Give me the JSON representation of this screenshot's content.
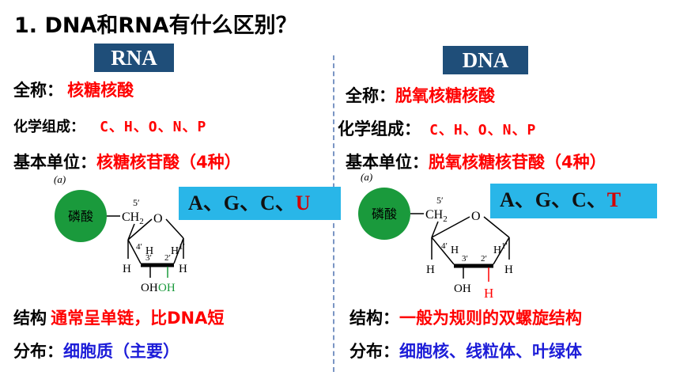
{
  "title": "1. DNA和RNA有什么区别？",
  "rna": {
    "tag": "RNA",
    "fullname_label": "全称：",
    "fullname_value": "核糖核酸",
    "composition_label": "化学组成：",
    "composition_value": "C、H、O、N、P",
    "unit_label": "基本单位：",
    "unit_value": "核糖核苷酸（4种）",
    "diagram_marker": "(a)",
    "phosphate_label": "磷酸",
    "bases_prefix": "A、G、C、",
    "bases_last": "U",
    "structure_label": "结构",
    "structure_value": "通常呈单链，比DNA短",
    "distribution_label": "分布：",
    "distribution_value": "细胞质（主要）",
    "ring": {
      "c5": "5′",
      "ch2": "CH",
      "sub2": "2",
      "o": "O",
      "c4": "4′",
      "h4": "H",
      "c1": "1′",
      "h1": "H",
      "c3": "3′",
      "c2": "2′",
      "h_left": "H",
      "h_right": "H",
      "oh3": "OH",
      "oh2": "OH"
    }
  },
  "dna": {
    "tag": "DNA",
    "fullname_label": "全称：",
    "fullname_value": "脱氧核糖核酸",
    "composition_label": "化学组成：",
    "composition_value": "C、H、O、N、P",
    "unit_label": "基本单位：",
    "unit_value": "脱氧核糖核苷酸（4种）",
    "diagram_marker": "(a)",
    "phosphate_label": "磷酸",
    "bases_prefix": "A、G、C、",
    "bases_last": "T",
    "structure_label": "结构：",
    "structure_value": "一般为规则的双螺旋结构",
    "distribution_label": "分布：",
    "distribution_value": "细胞核、线粒体、叶绿体",
    "ring": {
      "c5": "5′",
      "ch2": "CH",
      "sub2": "2",
      "o": "O",
      "c4": "4′",
      "h4": "H",
      "c1": "1′",
      "h1": "H",
      "c3": "3′",
      "c2": "2′",
      "h_left": "H",
      "h_right": "H",
      "oh3": "OH",
      "h2": "H"
    }
  },
  "colors": {
    "tag_bg": "#1f4e79",
    "base_box": "#29b6e8",
    "phosphate": "#1a9a3c",
    "highlight_red": "#ff0000",
    "highlight_blue": "#1d1dd8",
    "oh_green": "#1a9a3c"
  }
}
